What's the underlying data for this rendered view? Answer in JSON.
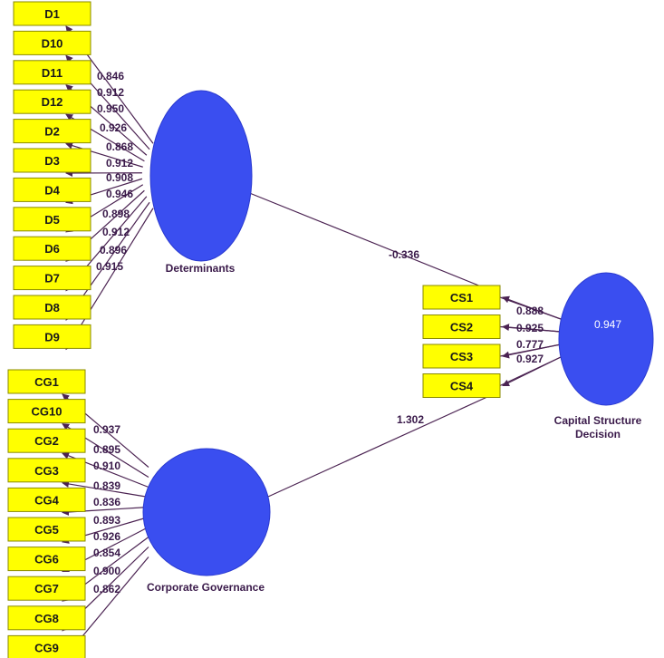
{
  "latent_variables": [
    {
      "id": "det",
      "label": "Determinants",
      "r2": ""
    },
    {
      "id": "cg",
      "label": "Corporate Governance",
      "r2": ""
    },
    {
      "id": "csd",
      "label_lines": [
        "Capital Structure",
        "Decision"
      ],
      "r2": "0.947"
    }
  ],
  "indicators": {
    "det": [
      "D1",
      "D10",
      "D11",
      "D12",
      "D2",
      "D3",
      "D4",
      "D5",
      "D6",
      "D7",
      "D8",
      "D9"
    ],
    "cg": [
      "CG1",
      "CG10",
      "CG2",
      "CG3",
      "CG4",
      "CG5",
      "CG6",
      "CG7",
      "CG8",
      "CG9"
    ],
    "csd": [
      "CS1",
      "CS2",
      "CS3",
      "CS4"
    ]
  },
  "loadings": {
    "det": [
      "0.846",
      "0.912",
      "0.950",
      "0.926",
      "0.868",
      "0.912",
      "0.908",
      "0.946",
      "0.898",
      "0.912",
      "0.896",
      "0.915"
    ],
    "cg": [
      "0.937",
      "0.895",
      "0.910",
      "0.839",
      "0.836",
      "0.893",
      "0.926",
      "0.854",
      "0.900",
      "0.862"
    ],
    "csd": [
      "0.888",
      "0.925",
      "0.777",
      "0.927"
    ]
  },
  "paths": [
    {
      "from": "Determinants",
      "to": "Capital Structure Decision",
      "coefficient": "-0.336"
    },
    {
      "from": "Corporate Governance",
      "to": "Capital Structure Decision",
      "coefficient": "1.302"
    }
  ],
  "colors": {
    "indicator_fill": "#ffff00",
    "latent_fill": "#3a4ef0",
    "edge": "#4b2352"
  }
}
